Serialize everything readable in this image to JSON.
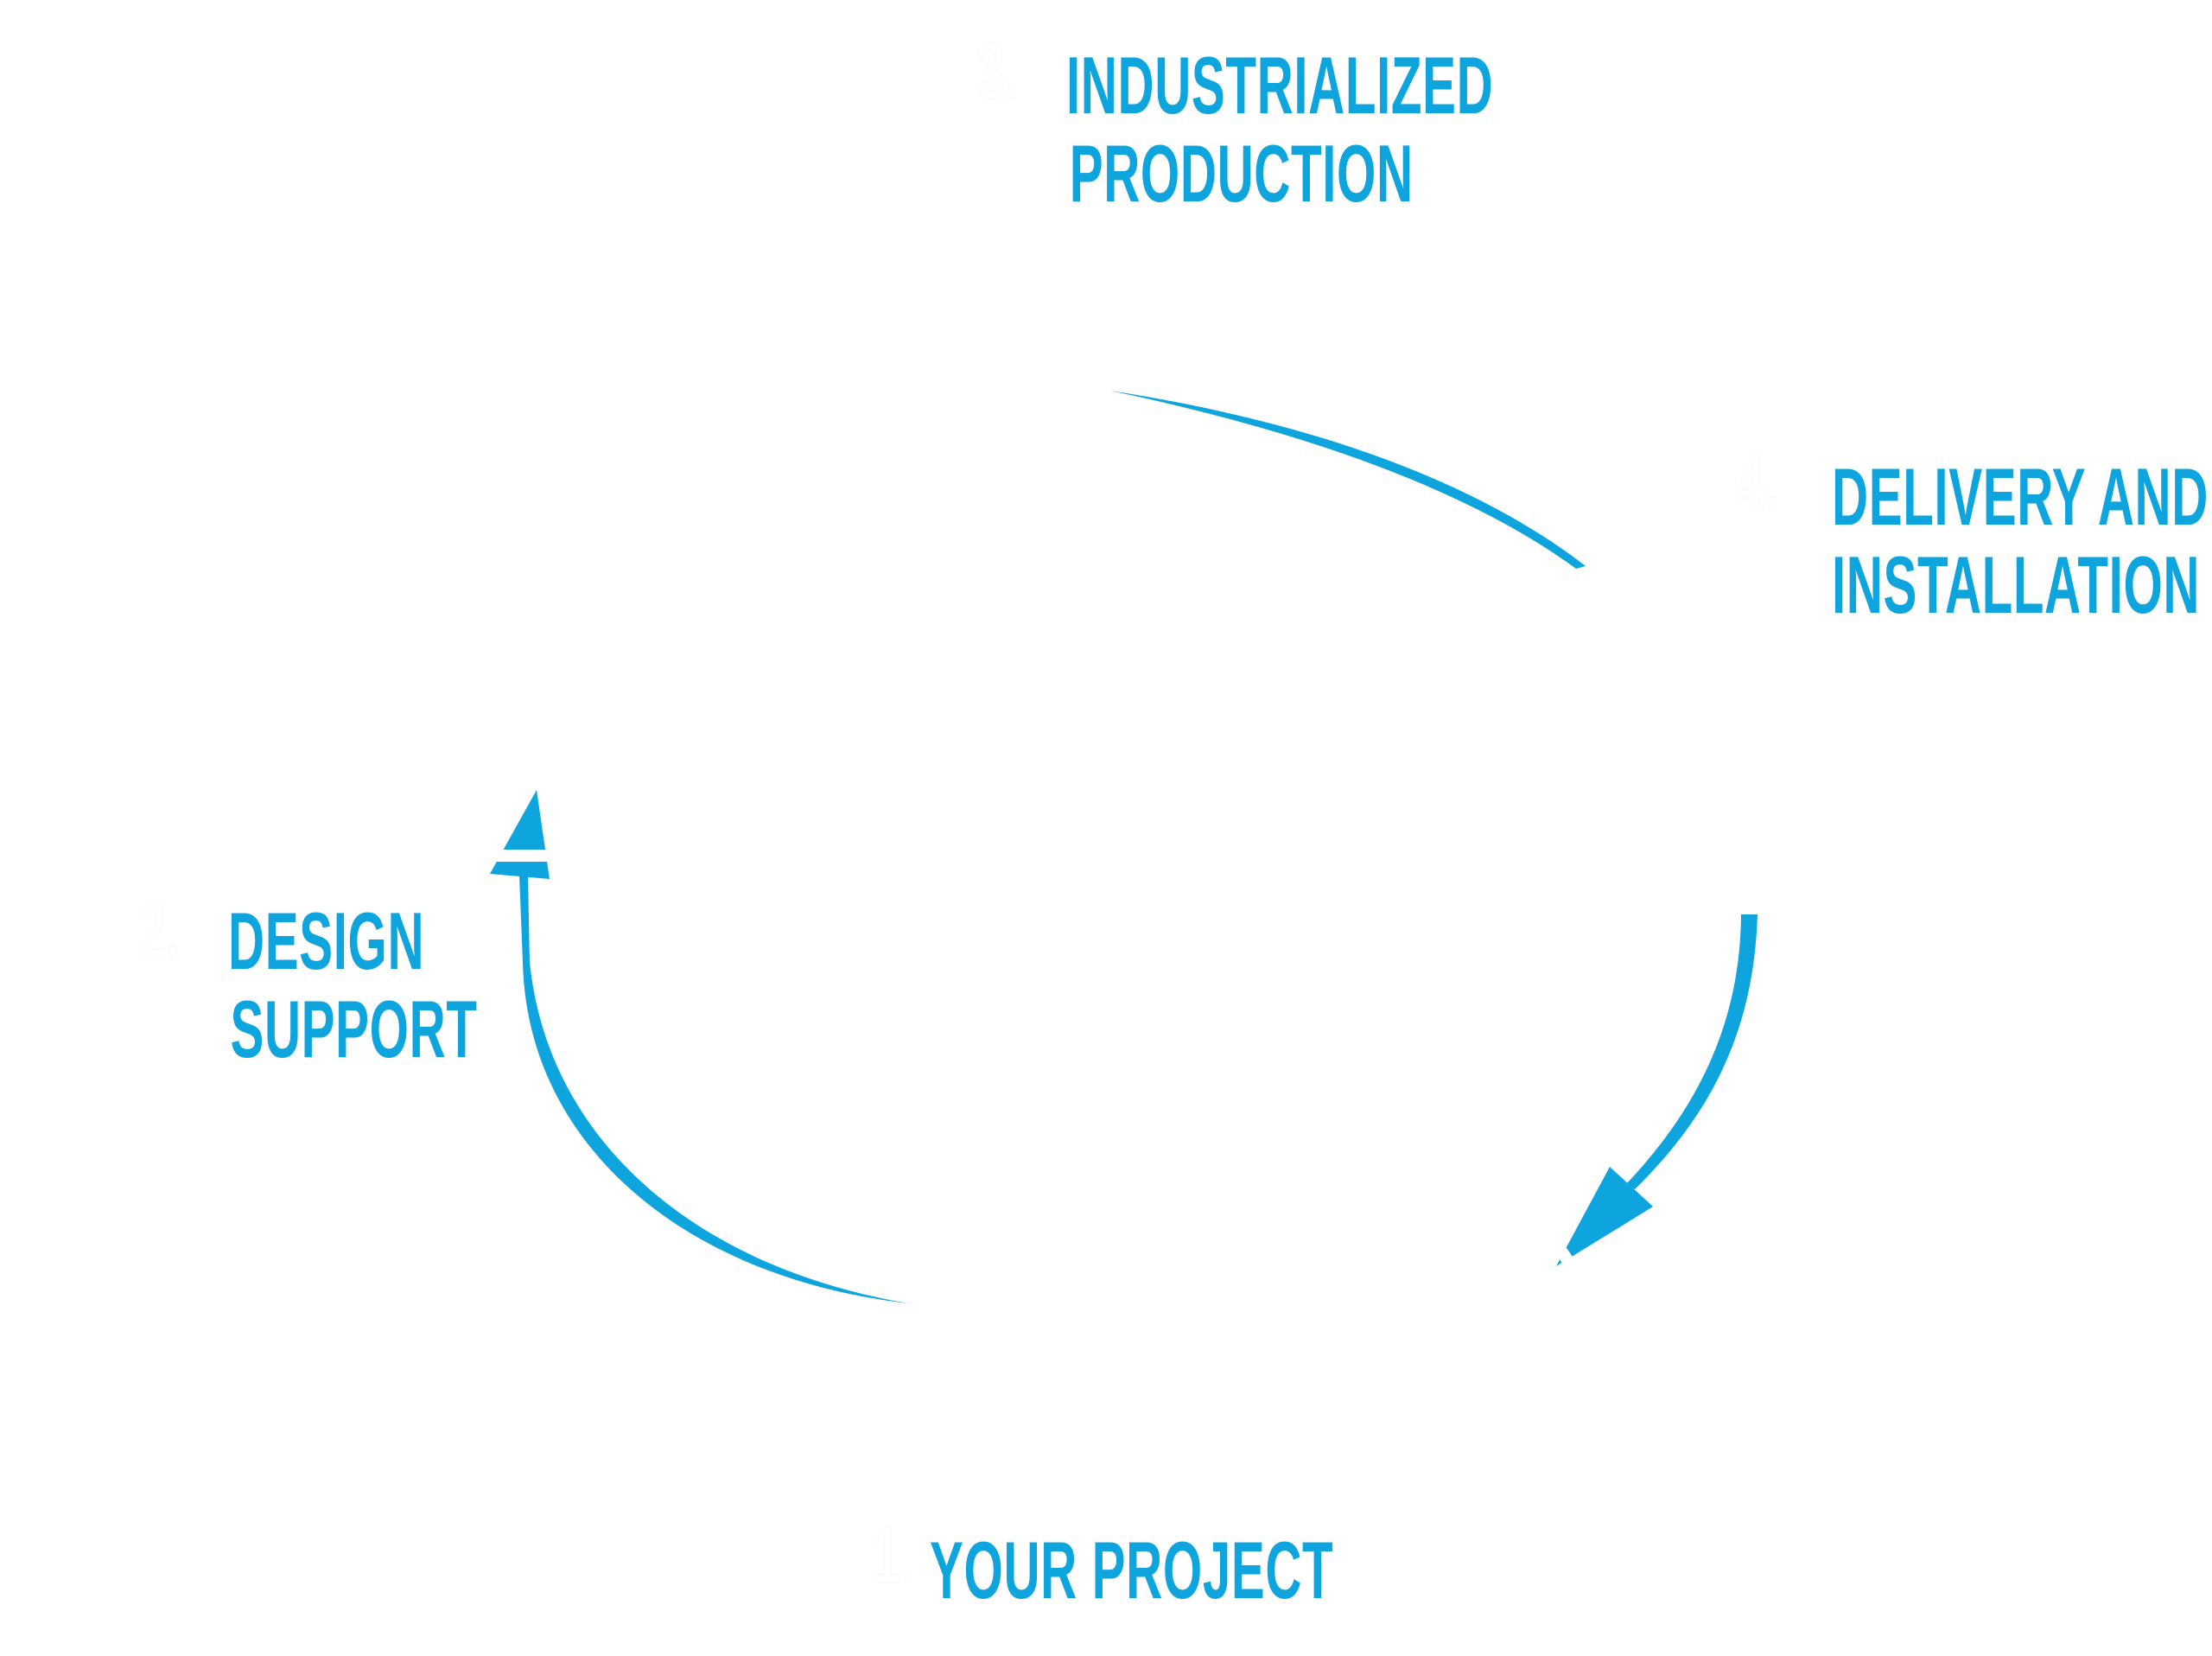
{
  "diagram": {
    "accent_color": "#0ea5df",
    "icon_color": "#ffffff",
    "steps": [
      {
        "number": "1.",
        "title_lines": [
          "YOUR PROJECT"
        ],
        "icon": "building-and-worker-icon"
      },
      {
        "number": "2.",
        "title_lines": [
          "DESIGN",
          "SUPPORT"
        ],
        "icon": "architect-blueprint-icon"
      },
      {
        "number": "3.",
        "title_lines": [
          "INDUSTRIALIZED",
          "PRODUCTION"
        ],
        "icon": "factory-robot-arm-icon"
      },
      {
        "number": "4.",
        "title_lines": [
          "DELIVERY AND",
          "INSTALLATION"
        ],
        "icon": "truck-crane-icon"
      }
    ],
    "flow": [
      {
        "from": "1.",
        "to": "2.",
        "direction": "clockwise"
      },
      {
        "from": "3.",
        "to": "4.",
        "direction": "clockwise"
      },
      {
        "from": "4.",
        "to": "1.",
        "direction": "clockwise"
      }
    ]
  }
}
